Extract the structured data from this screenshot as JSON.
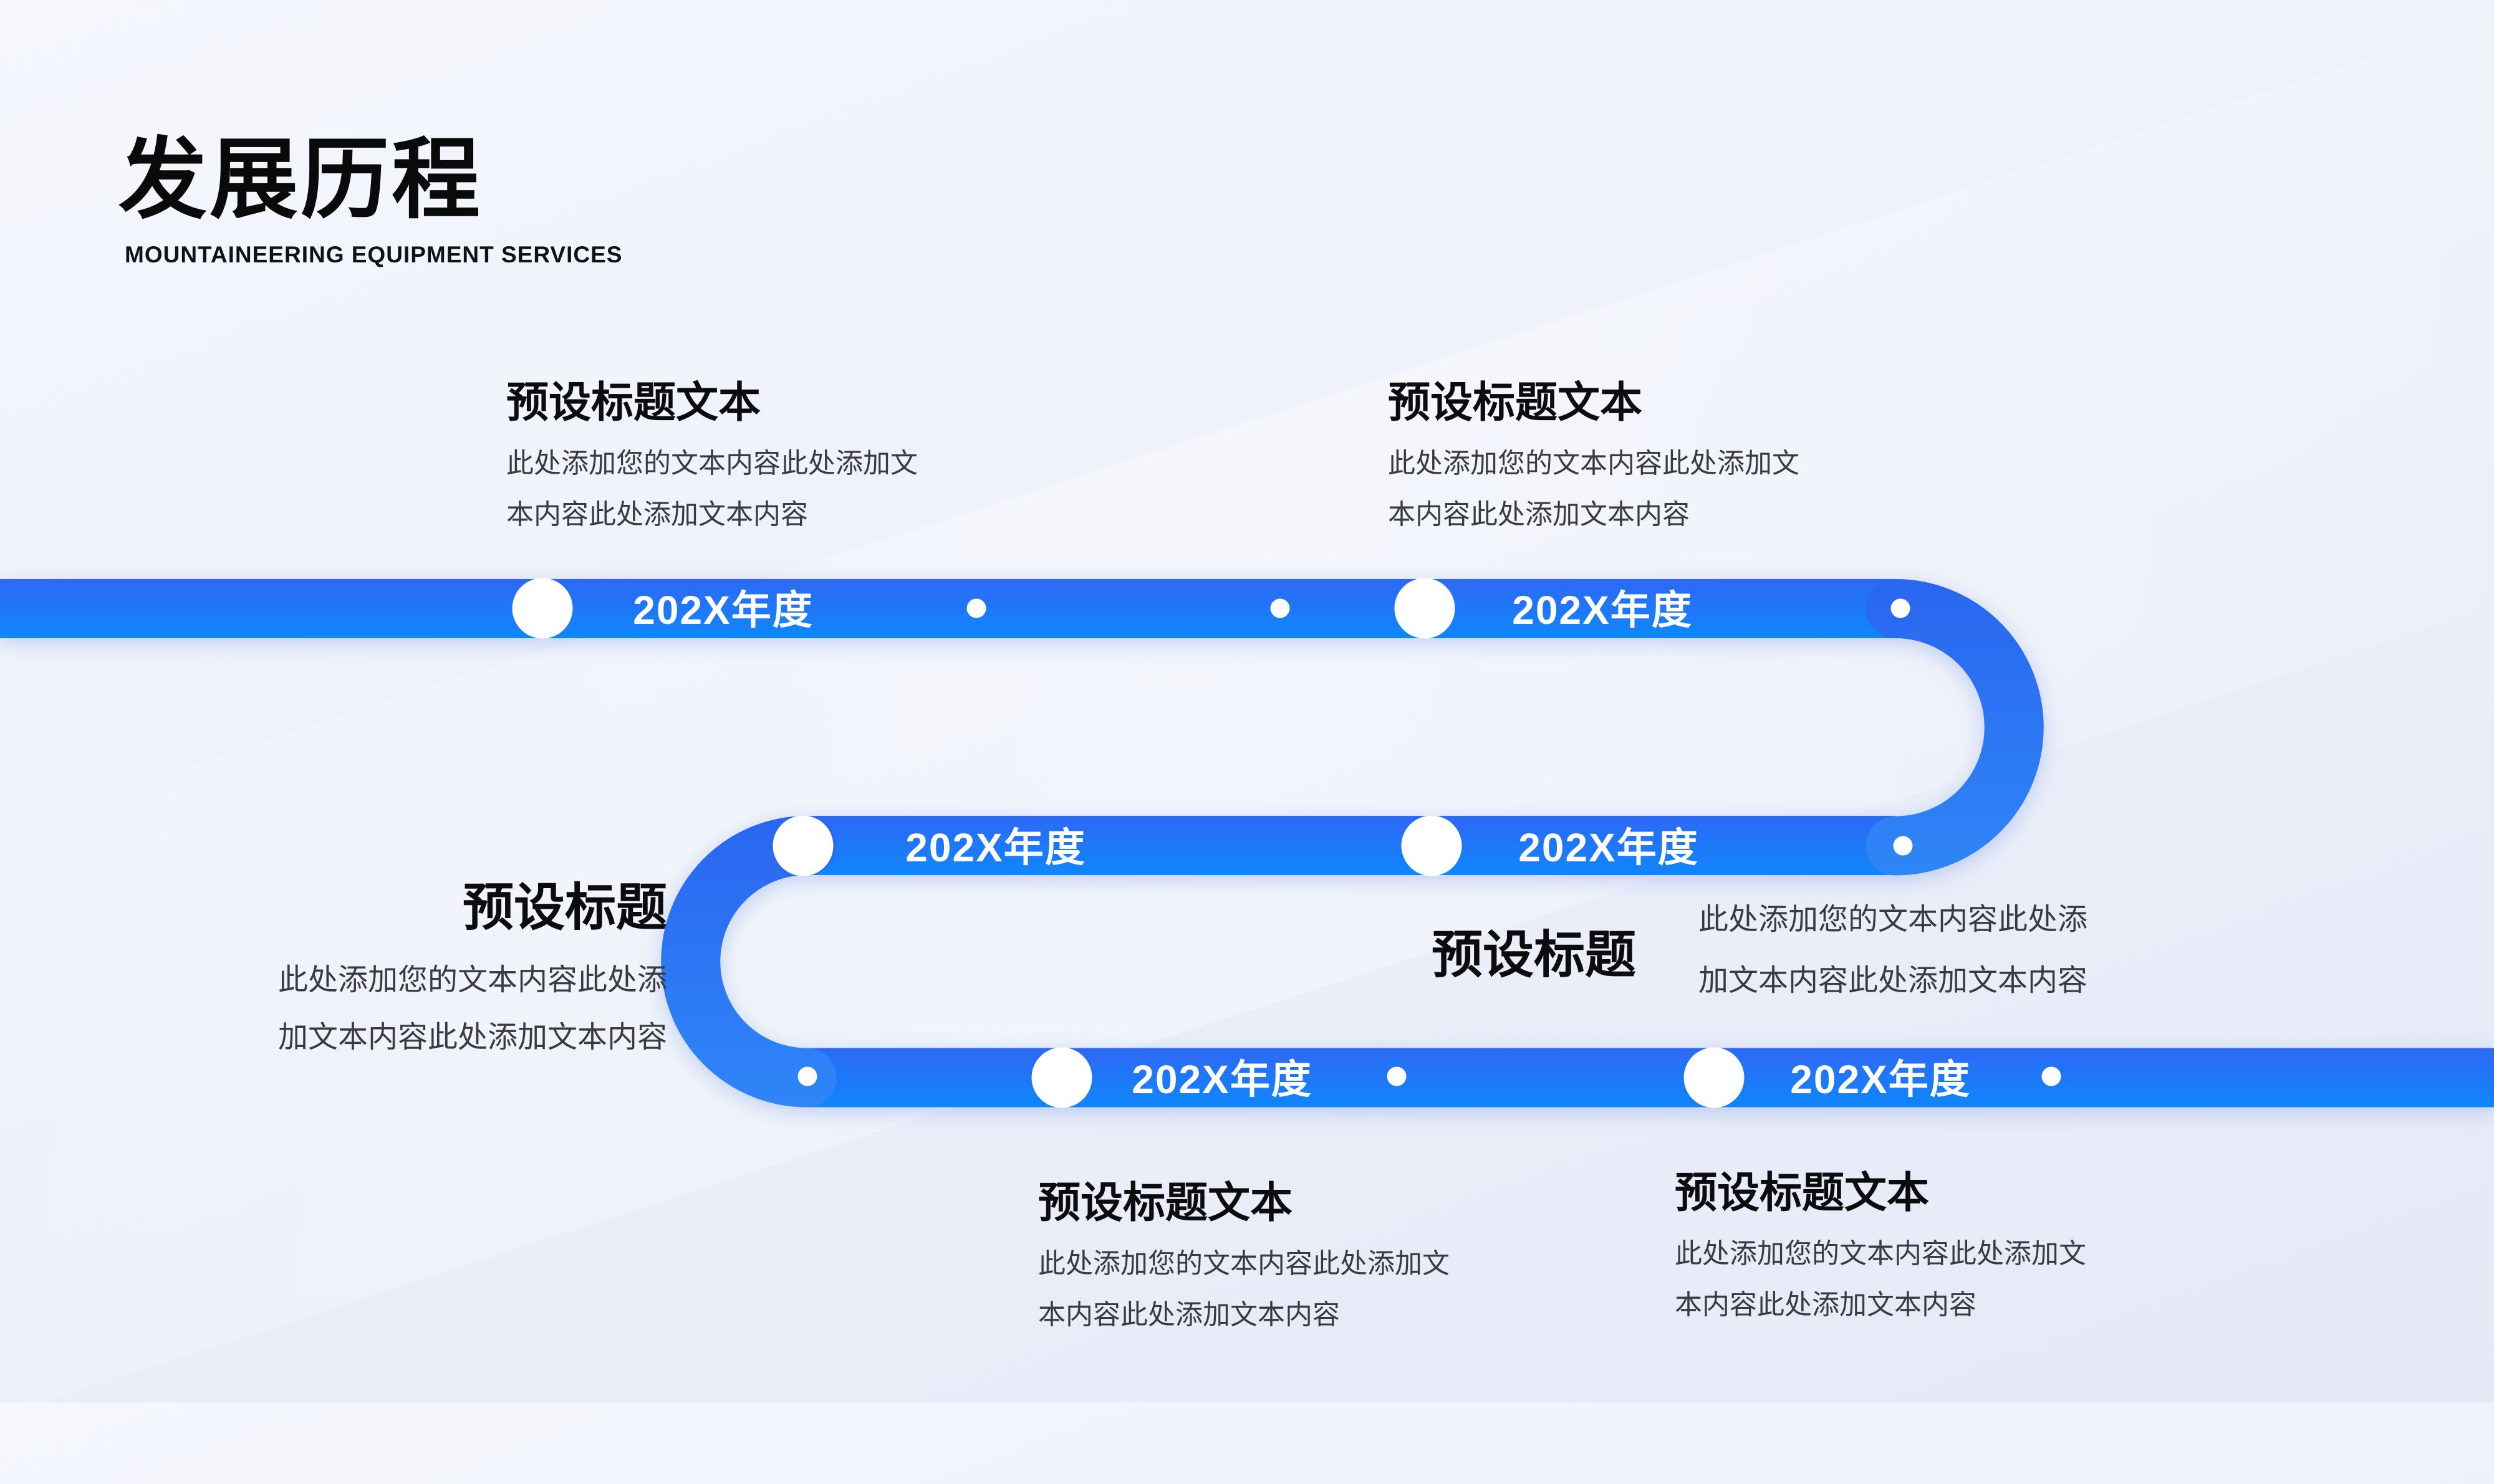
{
  "slide": {
    "title": "发展历程",
    "subtitle": "MOUNTAINEERING EQUIPMENT SERVICES"
  },
  "timeline": {
    "year_labels": [
      "202X年度",
      "202X年度",
      "202X年度",
      "202X年度",
      "202X年度",
      "202X年度"
    ]
  },
  "blocks": {
    "top_left": {
      "title": "预设标题文本",
      "line1": "此处添加您的文本内容此处添加文",
      "line2": "本内容此处添加文本内容"
    },
    "top_right": {
      "title": "预设标题文本",
      "line1": "此处添加您的文本内容此处添加文",
      "line2": "本内容此处添加文本内容"
    },
    "mid_left": {
      "title": "预设标题",
      "line1": "此处添加您的文本内容此处添",
      "line2": "加文本内容此处添加文本内容"
    },
    "mid_right": {
      "title": "预设标题",
      "line1": "此处添加您的文本内容此处添",
      "line2": "加文本内容此处添加文本内容"
    },
    "bottom_left": {
      "title": "预设标题文本",
      "line1": "此处添加您的文本内容此处添加文",
      "line2": "本内容此处添加文本内容"
    },
    "bottom_right": {
      "title": "预设标题文本",
      "line1": "此处添加您的文本内容此处添加文",
      "line2": "本内容此处添加文本内容"
    }
  },
  "colors": {
    "ribbon_gradient_top": "#2D69F5",
    "ribbon_gradient_bottom": "#1086FB",
    "turn_gradient_top": "#2A66F0",
    "turn_gradient_bottom": "#2E86F7",
    "background_top": "#F5F7FD",
    "background_bottom": "#E5E9F7",
    "title_text": "#0A0A0A",
    "body_text": "#3A3A41",
    "label_text": "#FFFFFF"
  }
}
